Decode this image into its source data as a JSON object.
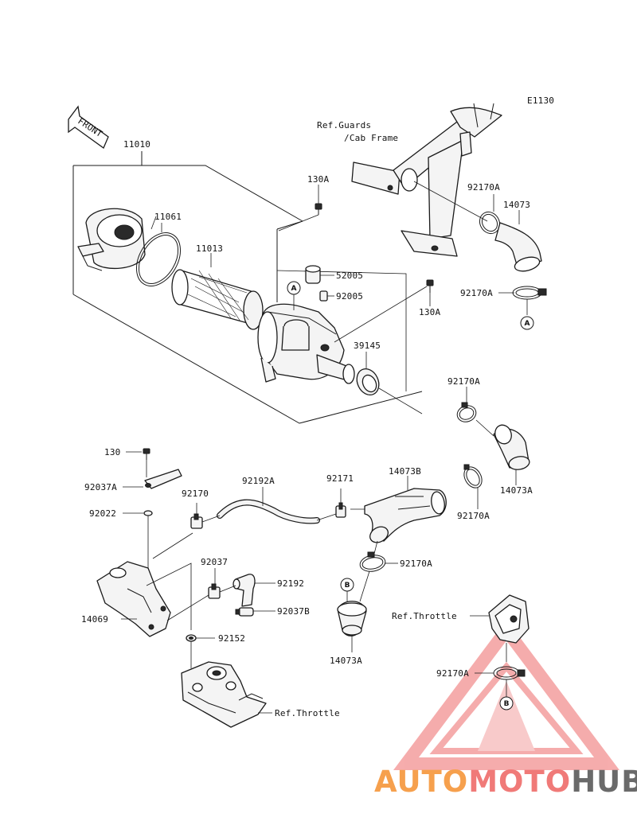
{
  "diagram": {
    "code": "E1130",
    "front_label": "FRONT",
    "ref_labels": {
      "guards_line1": "Ref.Guards",
      "guards_line2": "/Cab Frame",
      "throttle_upper": "Ref.Throttle",
      "throttle_lower": "Ref.Throttle"
    },
    "callouts": {
      "A_top": "A",
      "A_right": "A",
      "B_mid": "B",
      "B_right": "B"
    },
    "parts": {
      "p11010": "11010",
      "p11061": "11061",
      "p11013": "11013",
      "p130A_top": "130A",
      "p52005": "52005",
      "p92005": "92005",
      "p130A_right": "130A",
      "p39145": "39145",
      "p92170A_1": "92170A",
      "p14073": "14073",
      "p92170A_2": "92170A",
      "p92170A_3": "92170A",
      "p14073A_1": "14073A",
      "p92170A_4": "92170A",
      "p14073B": "14073B",
      "p92171": "92171",
      "p92192A": "92192A",
      "p92170": "92170",
      "p130": "130",
      "p92037A": "92037A",
      "p92022": "92022",
      "p92037": "92037",
      "p92192": "92192",
      "p92037B": "92037B",
      "p14069": "14069",
      "p92152": "92152",
      "p92170A_5": "92170A",
      "p14073A_2": "14073A",
      "p92170A_6": "92170A"
    }
  },
  "watermark": {
    "part1": "AUTO",
    "part2": "MOTO",
    "part3": "HUB",
    "color_auto": "#f6a04d",
    "color_moto": "#f07a78",
    "color_hub": "#6a6a6a",
    "triangle_color": "#ee6a6a"
  }
}
